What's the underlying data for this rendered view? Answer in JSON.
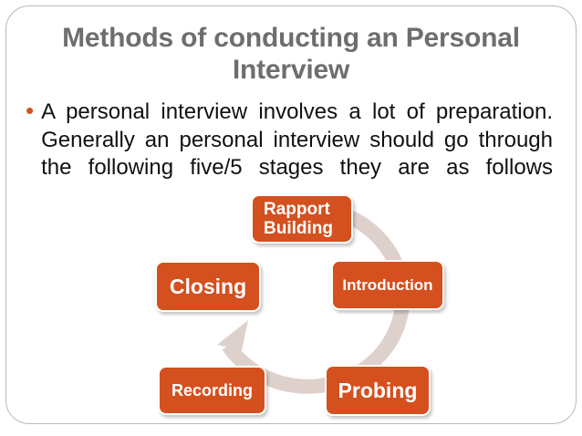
{
  "slide": {
    "title": "Methods of conducting an Personal Interview",
    "body": {
      "bullet_glyph": "•",
      "text": "A personal interview involves a lot of preparation. Generally an personal interview should go through the following five/5 stages they are as follows"
    }
  },
  "diagram": {
    "type": "cycle",
    "accent_color": "#d4501f",
    "ring_color": "#ded0cb",
    "label_color": "#ffffff",
    "nodes": [
      {
        "id": "rapport-building",
        "label": "Rapport Building",
        "label_line1": "Rapport",
        "label_line2": "Building",
        "position": "top"
      },
      {
        "id": "introduction",
        "label": "Introduction",
        "position": "upper-right"
      },
      {
        "id": "probing",
        "label": "Probing",
        "position": "lower-right"
      },
      {
        "id": "recording",
        "label": "Recording",
        "position": "lower-left"
      },
      {
        "id": "closing",
        "label": "Closing",
        "position": "upper-left"
      }
    ],
    "order": [
      "Rapport Building",
      "Introduction",
      "Probing",
      "Recording",
      "Closing"
    ]
  },
  "theme": {
    "title_color": "#6e6e6e",
    "text_color": "#111111",
    "bullet_color": "#d4501f",
    "frame_color": "#b9b9b9",
    "background": "#ffffff"
  }
}
